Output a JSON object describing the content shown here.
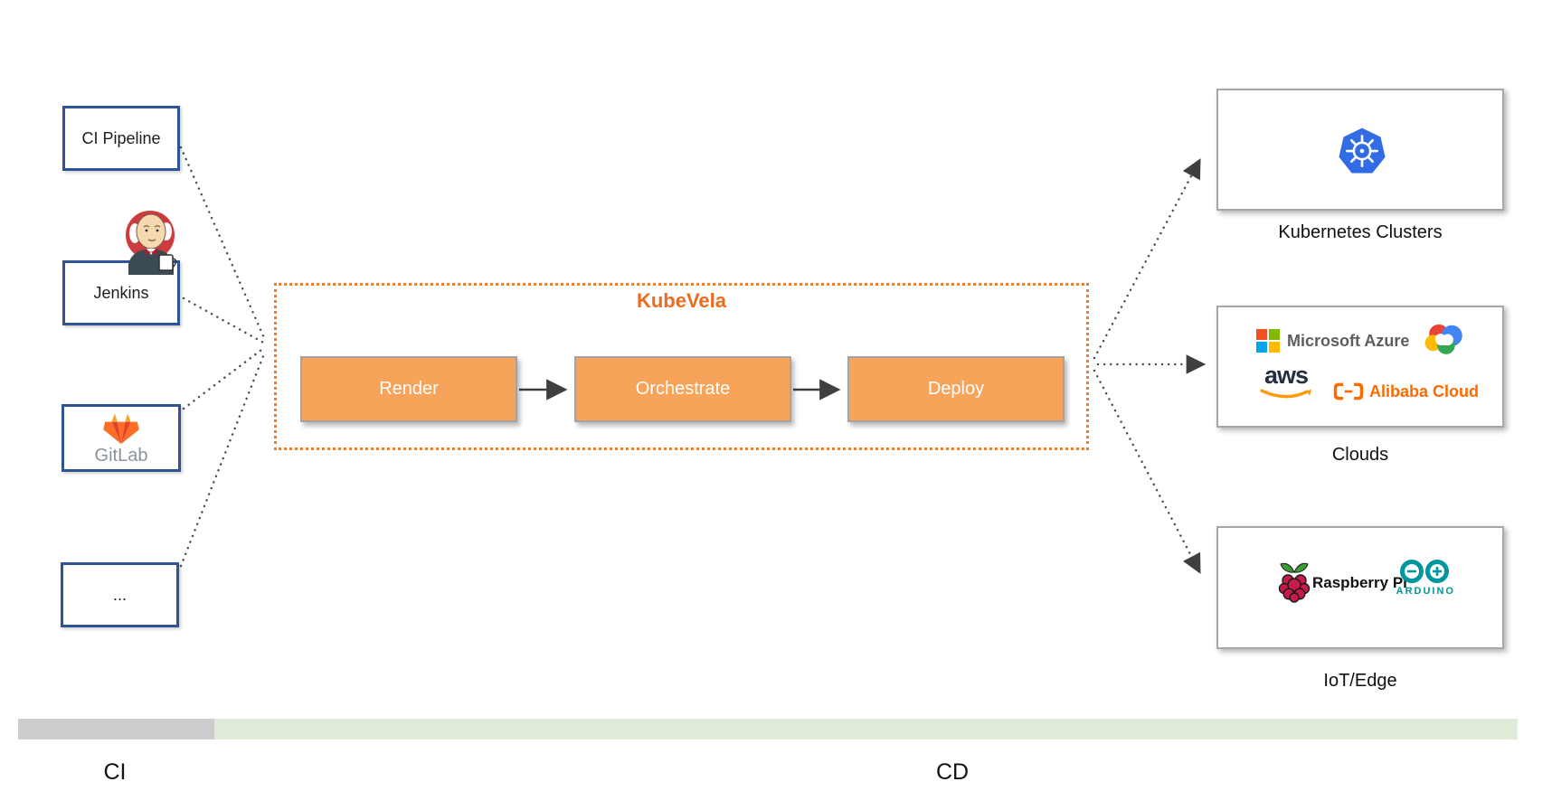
{
  "ci_sources": [
    {
      "label": "CI Pipeline"
    },
    {
      "label": "Jenkins",
      "icon": "jenkins-mascot-icon"
    },
    {
      "label": "GitLab",
      "icon": "gitlab-tanuki-icon"
    },
    {
      "label": "..."
    }
  ],
  "kubevela": {
    "title": "KubeVela",
    "steps": [
      {
        "label": "Render"
      },
      {
        "label": "Orchestrate"
      },
      {
        "label": "Deploy"
      }
    ]
  },
  "targets": [
    {
      "label": "Kubernetes Clusters",
      "icons": [
        "kubernetes-icon"
      ]
    },
    {
      "label": "Clouds",
      "icons": [
        "microsoft-azure-icon",
        "google-cloud-icon",
        "aws-icon",
        "alibaba-cloud-icon"
      ],
      "logo_text": {
        "azure": "Microsoft Azure",
        "aws": "aws",
        "alibaba": "Alibaba Cloud"
      }
    },
    {
      "label": "IoT/Edge",
      "icons": [
        "raspberry-pi-icon",
        "arduino-icon"
      ],
      "logo_text": {
        "raspberry": "Raspberry Pi",
        "arduino": "ARDUINO"
      }
    }
  ],
  "footer": {
    "ci_label": "CI",
    "cd_label": "CD"
  },
  "edges": [
    {
      "from": "CI Pipeline",
      "to": "KubeVela",
      "style": "dotted"
    },
    {
      "from": "Jenkins",
      "to": "KubeVela",
      "style": "dotted"
    },
    {
      "from": "GitLab",
      "to": "KubeVela",
      "style": "dotted"
    },
    {
      "from": "...",
      "to": "KubeVela",
      "style": "dotted"
    },
    {
      "from": "Render",
      "to": "Orchestrate",
      "style": "solid-arrow"
    },
    {
      "from": "Orchestrate",
      "to": "Deploy",
      "style": "solid-arrow"
    },
    {
      "from": "KubeVela",
      "to": "Kubernetes Clusters",
      "style": "dotted-arrow"
    },
    {
      "from": "KubeVela",
      "to": "Clouds",
      "style": "dotted-arrow"
    },
    {
      "from": "KubeVela",
      "to": "IoT/Edge",
      "style": "dotted-arrow"
    }
  ],
  "colors": {
    "accent_orange": "#ED7D31",
    "kubevela_title": "#ED6B1F",
    "step_fill": "#F7A35A",
    "blue_border": "#2F5496",
    "gray_border": "#A6A6A6",
    "bar_gray": "#CDCDCD",
    "bar_green": "#DFEAD9",
    "kubernetes_blue": "#326CE5",
    "arduino_teal": "#00979C",
    "alibaba_orange": "#FF6A00",
    "aws_smile_orange": "#FF9900"
  }
}
